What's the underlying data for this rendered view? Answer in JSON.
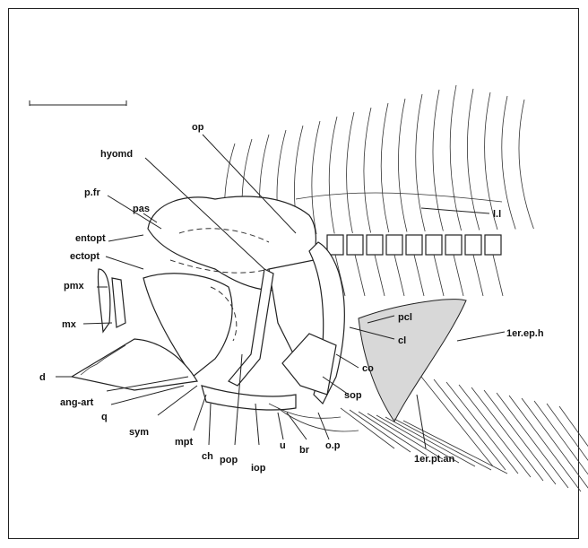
{
  "labels": {
    "op": "op",
    "hyomd": "hyomd",
    "p_fr": "p.fr",
    "pas": "pas",
    "entopt": "entopt",
    "ectopt": "ectopt",
    "pmx": "pmx",
    "mx": "mx",
    "d": "d",
    "ang_art": "ang-art",
    "q": "q",
    "sym": "sym",
    "mpt": "mpt",
    "ch": "ch",
    "pop": "pop",
    "iop": "iop",
    "u": "u",
    "br": "br",
    "o_p": "o.p",
    "sop": "sop",
    "co": "co",
    "cl": "cl",
    "pcl": "pcl",
    "l_l": "l.l",
    "er_ep_h": "1er.ep.h",
    "er_pt_an": "1er.pt.an"
  }
}
